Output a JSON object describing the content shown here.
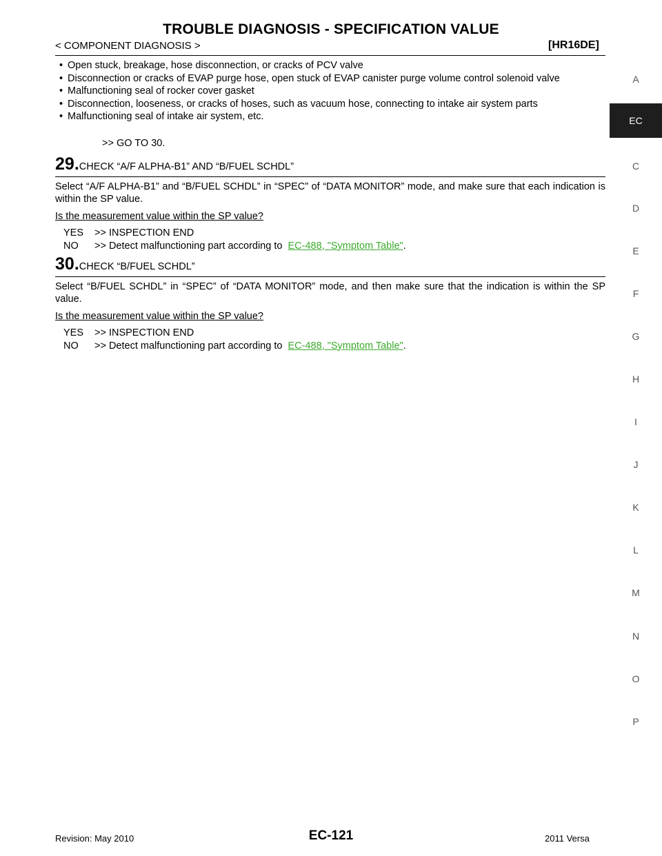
{
  "header": {
    "title": "TROUBLE DIAGNOSIS - SPECIFICATION VALUE",
    "breadcrumb": "< COMPONENT DIAGNOSIS >",
    "engine_code": "[HR16DE]"
  },
  "bullets": [
    "Open stuck, breakage, hose disconnection, or cracks of PCV valve",
    "Disconnection or cracks of EVAP purge hose, open stuck of EVAP canister purge volume control solenoid valve",
    "Malfunctioning seal of rocker cover gasket",
    "Disconnection, looseness, or cracks of hoses, such as vacuum hose, connecting to intake air system parts",
    "Malfunctioning seal of intake air system, etc."
  ],
  "goto_text": ">> GO TO 30.",
  "steps": [
    {
      "number": "29",
      "title": "CHECK “A/F ALPHA-B1” AND “B/FUEL SCHDL”",
      "body": "Select “A/F ALPHA-B1” and “B/FUEL SCHDL” in “SPEC” of “DATA MONITOR” mode, and make sure that each indication is within the SP value.",
      "question": "Is the measurement value within the SP value?",
      "yes_key": "YES",
      "yes_text": ">> INSPECTION END",
      "no_key": "NO",
      "no_text": ">> Detect malfunctioning part according to ",
      "no_link": "EC-488, \"Symptom Table\"",
      "no_tail": "."
    },
    {
      "number": "30",
      "title": "CHECK “B/FUEL SCHDL”",
      "body": "Select “B/FUEL SCHDL” in “SPEC” of “DATA MONITOR” mode, and then make sure that the indication is within the SP value.",
      "question": "Is the measurement value within the SP value?",
      "yes_key": "YES",
      "yes_text": ">> INSPECTION END",
      "no_key": "NO",
      "no_text": ">> Detect malfunctioning part according to ",
      "no_link": "EC-488, \"Symptom Table\"",
      "no_tail": "."
    }
  ],
  "side_tabs": [
    "A",
    "EC",
    "C",
    "D",
    "E",
    "F",
    "G",
    "H",
    "I",
    "J",
    "K",
    "L",
    "M",
    "N",
    "O",
    "P"
  ],
  "active_tab": "EC",
  "footer": {
    "revision": "Revision: May 2010",
    "page": "EC-121",
    "model": "2011 Versa"
  },
  "colors": {
    "link": "#3aaa2c",
    "active_tab_bg": "#1e1e1e"
  }
}
